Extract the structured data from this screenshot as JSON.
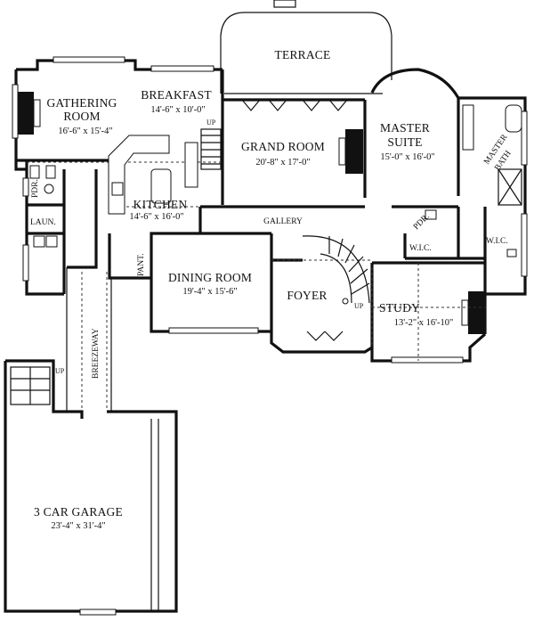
{
  "rooms": {
    "terrace": {
      "name": "TERRACE"
    },
    "gathering": {
      "name_line1": "GATHERING",
      "name_line2": "ROOM",
      "dims": "16'-6\" x 15'-4\""
    },
    "breakfast": {
      "name": "BREAKFAST",
      "dims": "14'-6\" x 10'-0\""
    },
    "grand": {
      "name": "GRAND ROOM",
      "dims": "20'-8\" x 17'-0\""
    },
    "master_suite": {
      "name_line1": "MASTER",
      "name_line2": "SUITE",
      "dims": "15'-0\" x 16'-0\""
    },
    "master_bath": {
      "name_line1": "MASTER",
      "name_line2": "BATH"
    },
    "kitchen": {
      "name": "KITCHEN",
      "dims": "14'-6\" x 16'-0\""
    },
    "gallery": {
      "name": "GALLERY"
    },
    "dining": {
      "name": "DINING ROOM",
      "dims": "19'-4\" x 15'-6\""
    },
    "foyer": {
      "name": "FOYER"
    },
    "study": {
      "name": "STUDY",
      "dims": "13'-2\" x 16'-10\""
    },
    "garage": {
      "name": "3 CAR GARAGE",
      "dims": "23'-4\" x 31'-4\""
    },
    "breezeway": {
      "name": "BREEZEWAY"
    },
    "pdr_left": {
      "name": "PDR."
    },
    "pdr_right": {
      "name": "PDR."
    },
    "laun": {
      "name": "LAUN."
    },
    "pant": {
      "name": "PANT."
    },
    "wic_left": {
      "name": "W.I.C."
    },
    "wic_right": {
      "name": "W.I.C."
    }
  },
  "stair_labels": {
    "breakfast_up": "UP",
    "foyer_up": "UP",
    "garage_up": "UP"
  }
}
